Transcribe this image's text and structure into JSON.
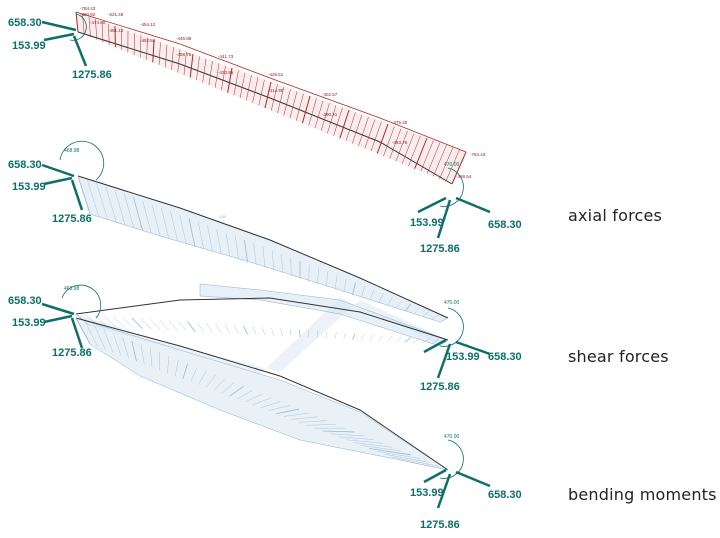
{
  "panels": [
    {
      "label": "",
      "reactions_left": [
        "658.30",
        "153.99",
        "1275.86"
      ],
      "reactions_right": [],
      "values": [
        "-784.43",
        "-480.92",
        "-474.80",
        "-521.48",
        "-461.12",
        "-454.12",
        "-452.84",
        "-446.88",
        "-458.75",
        "-441.73",
        "-433.85",
        "-426.51",
        "-414.90",
        "-402.57",
        "-390.21",
        "-375.45",
        "-363.76",
        "-784.43",
        "-366.64"
      ],
      "small_labels": []
    },
    {
      "label": "axial forces",
      "reactions_left": [
        "658.30",
        "153.99",
        "1275.86"
      ],
      "reactions_right": [
        "153.99",
        "658.30",
        "1275.86"
      ],
      "small_labels": [
        "468.98",
        "470.00",
        "-1.30"
      ]
    },
    {
      "label": "shear forces",
      "reactions_left": [
        "658.30",
        "153.99",
        "1275.86"
      ],
      "reactions_right": [
        "153.99",
        "658.30",
        "1275.86"
      ],
      "small_labels": [
        "468.98",
        "470.00"
      ]
    },
    {
      "label": "bending moments",
      "reactions_left": [],
      "reactions_right": [
        "153.99",
        "658.30",
        "1275.86"
      ],
      "small_labels": [
        "470.00"
      ]
    }
  ],
  "colors": {
    "reaction": "#0e6f6a",
    "axial": "#b0272b",
    "beam": "#333333",
    "diagram_fill": "#d4e3f0",
    "diagram_line": "#6f9fc9"
  }
}
